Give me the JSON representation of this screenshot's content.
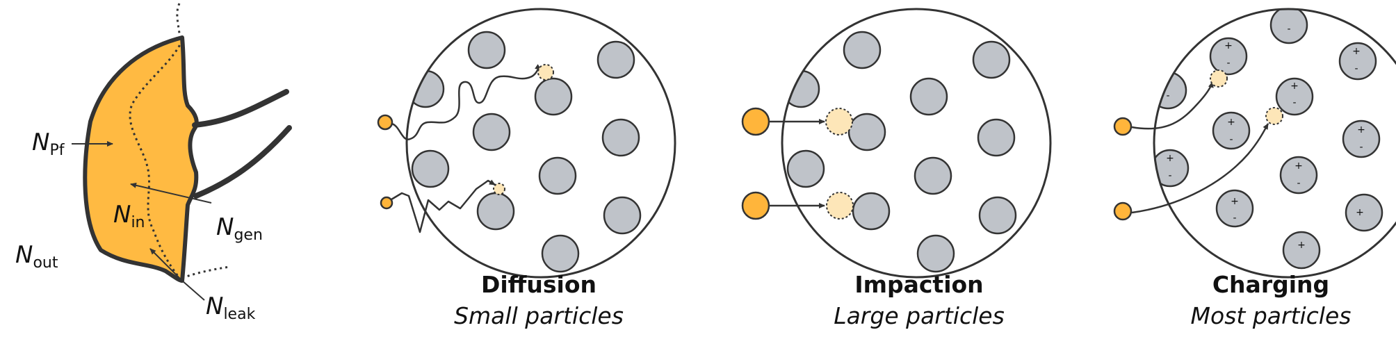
{
  "respirator": {
    "labels": {
      "n_pf": {
        "base": "N",
        "sub": "Pf"
      },
      "n_in": {
        "base": "N",
        "sub": "in"
      },
      "n_gen": {
        "base": "N",
        "sub": "gen"
      },
      "n_out": {
        "base": "N",
        "sub": "out"
      },
      "n_leak": {
        "base": "N",
        "sub": "leak"
      }
    },
    "colors": {
      "mask_fill": "#ffba42",
      "outline": "#333333"
    }
  },
  "panels": [
    {
      "title": "Diffusion",
      "subtitle": "Small particles"
    },
    {
      "title": "Impaction",
      "subtitle": "Large particles"
    },
    {
      "title": "Charging",
      "subtitle": "Most particles"
    }
  ],
  "charge_symbols": {
    "plus": "+",
    "minus": "-"
  },
  "colors": {
    "particle": "#ffb53b",
    "captured_particle": "#fde6b8",
    "fiber": "#bfc3c9",
    "outline": "#333333"
  }
}
